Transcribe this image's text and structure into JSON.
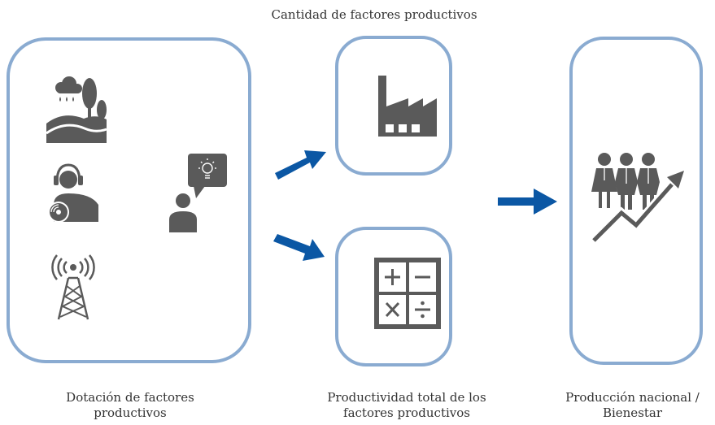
{
  "captions": {
    "top": "Cantidad de factores productivos",
    "endowment": "Dotación de factores\nproductivos",
    "tfp": "Productividad total de los\nfactores productivos",
    "output": "Producción nacional /\nBienestar"
  },
  "icons": {
    "land": "landscape-icon",
    "labor": "worker-headphones-icon",
    "ideas": "person-idea-icon",
    "telecom": "antenna-tower-icon",
    "capital": "factory-icon",
    "productivity": "calculator-icon",
    "welfare": "people-growth-icon"
  },
  "colors": {
    "frame": "#8aabd1",
    "arrow": "#0b57a4",
    "icon": "#5a5a5a"
  }
}
